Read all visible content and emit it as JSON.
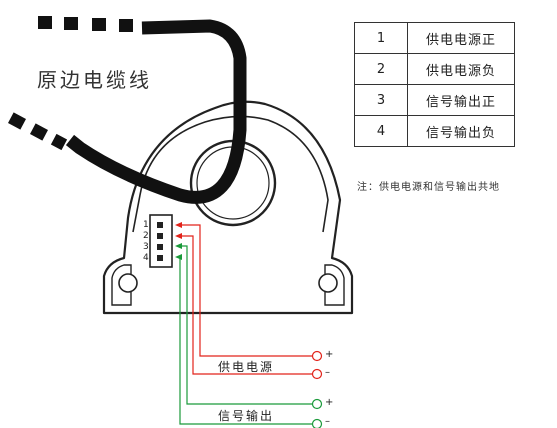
{
  "cable_label": "原边电缆线",
  "pin_table": [
    {
      "num": "1",
      "desc": "供电电源正"
    },
    {
      "num": "2",
      "desc": "供电电源负"
    },
    {
      "num": "3",
      "desc": "信号输出正"
    },
    {
      "num": "4",
      "desc": "信号输出负"
    }
  ],
  "note": "注：供电电源和信号输出共地",
  "connector_pins": [
    "1",
    "2",
    "3",
    "4"
  ],
  "power_label": "供电电源",
  "signal_label": "信号输出",
  "plus_sign": "+",
  "minus_sign": "–",
  "colors": {
    "power_wire": "#e2231a",
    "signal_wire": "#1a9a3a",
    "cable": "#111111"
  }
}
